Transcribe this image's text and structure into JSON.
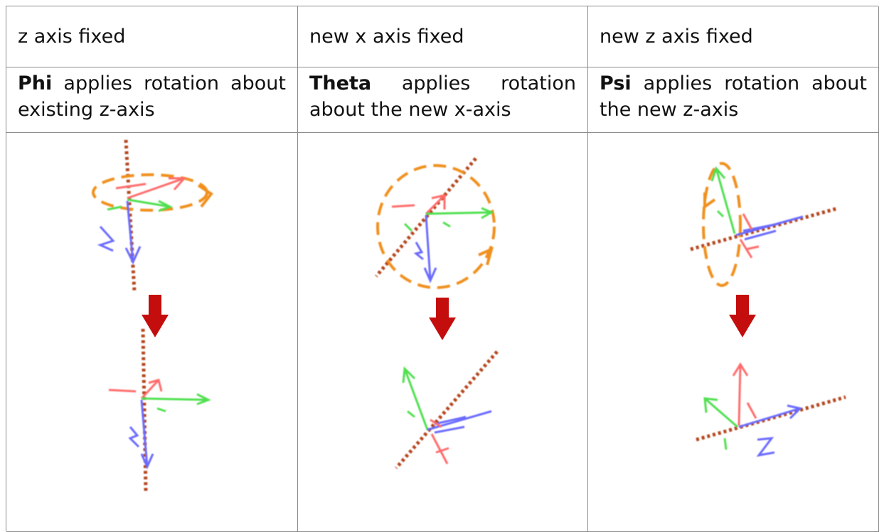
{
  "columns": [
    {
      "header": "z axis fixed",
      "desc_bold": "Phi",
      "desc_rest": " applies rotation about existing z-axis"
    },
    {
      "header": "new x axis fixed",
      "desc_bold": "Theta",
      "desc_rest": " applies rotation about the new x-axis"
    },
    {
      "header": "new z axis fixed",
      "desc_bold": "Psi",
      "desc_rest": " applies rotation about the new z-axis"
    }
  ],
  "colors": {
    "axis_dotted": "#b4441b",
    "rotation_ring": "#f0901e",
    "arrow_down": "#c40d0d",
    "x_axis": "#ff6b6b",
    "y_axis": "#4fe04f",
    "z_axis": "#6a6aff",
    "grid_line": "#8c8c8c"
  },
  "icons": {
    "fixed_axis": "dotted-line",
    "rotation": "dashed-ellipse",
    "transition": "down-arrow"
  }
}
